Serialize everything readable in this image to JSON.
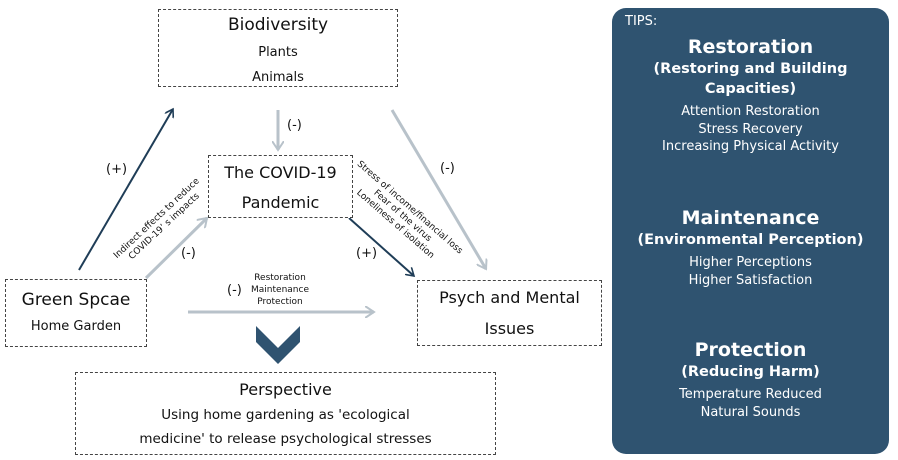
{
  "nodes": {
    "biodiversity": {
      "title": "Biodiversity",
      "lines": [
        "Plants",
        "Animals"
      ]
    },
    "covid": {
      "title_lines": [
        "The COVID-19",
        "Pandemic"
      ]
    },
    "green_space": {
      "title": "Green Spcae",
      "sub": "Home Garden"
    },
    "psych": {
      "title_lines": [
        "Psych and Mental",
        "Issues"
      ]
    },
    "perspective": {
      "title": "Perspective",
      "lines": [
        "Using home gardening as 'ecological",
        "medicine' to release psychological stresses"
      ]
    }
  },
  "edges": {
    "green_to_bio": {
      "sign": "(+)"
    },
    "bio_to_covid": {
      "sign": "(-)"
    },
    "bio_to_psych": {
      "sign": "(-)"
    },
    "green_to_covid": {
      "sign": "(-)",
      "label_lines": [
        "Indirect effects to reduce",
        "COVID-19’ s impacts"
      ]
    },
    "covid_to_psych": {
      "sign": "(+)",
      "label_lines": [
        "Stress of income/financial loss",
        "Fear of the virus",
        "Loneliness of isolation"
      ]
    },
    "green_to_psych": {
      "sign": "(-)",
      "label_lines": [
        "Restoration",
        "Maintenance",
        "Protection"
      ]
    }
  },
  "tips": {
    "label": "TIPS:",
    "sections": [
      {
        "heading": "Restoration",
        "subheading_lines": [
          "(Restoring and Building",
          "Capacities)"
        ],
        "items": [
          "Attention Restoration",
          "Stress Recovery",
          "Increasing Physical Activity"
        ]
      },
      {
        "heading": "Maintenance",
        "subheading_lines": [
          "(Environmental Perception)"
        ],
        "items": [
          "Higher Perceptions",
          "Higher Satisfaction"
        ]
      },
      {
        "heading": "Protection",
        "subheading_lines": [
          "(Reducing Harm)"
        ],
        "items": [
          "Temperature Reduced",
          "Natural Sounds"
        ]
      }
    ]
  },
  "colors": {
    "dark_arrow": "#1f3d57",
    "light_arrow": "#b8c2ca",
    "chevron": "#2f5370",
    "tips_bg": "#2f5370"
  }
}
